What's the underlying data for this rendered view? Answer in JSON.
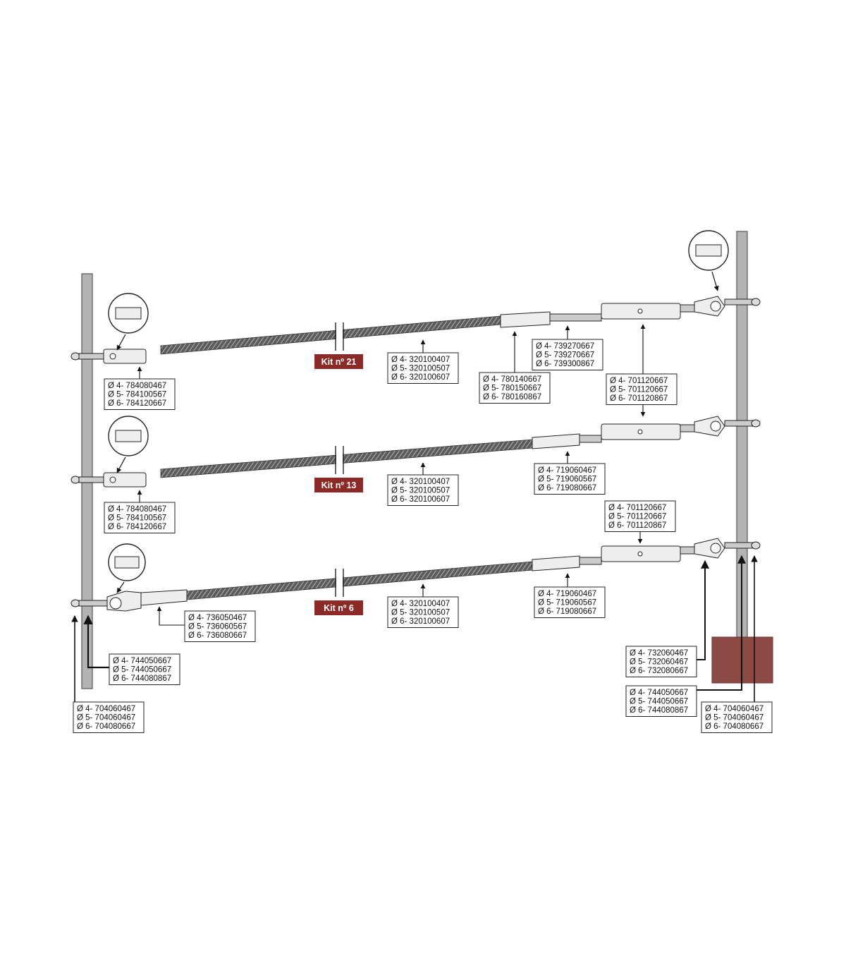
{
  "kits": [
    {
      "id": "kit21",
      "label": "Kit nº 21"
    },
    {
      "id": "kit13",
      "label": "Kit nº 13"
    },
    {
      "id": "kit6",
      "label": "Kit nº 6"
    }
  ],
  "labels": [
    {
      "id": "r1-left-terminal",
      "lines": [
        "Ø 4- 784080467",
        "Ø 5- 784100567",
        "Ø 6- 784120667"
      ]
    },
    {
      "id": "r1-cable",
      "lines": [
        "Ø 4- 320100407",
        "Ø 5- 320100507",
        "Ø 6- 320100607"
      ]
    },
    {
      "id": "r1-swage",
      "lines": [
        "Ø 4- 780140667",
        "Ø 5- 780150667",
        "Ø 6- 780160867"
      ]
    },
    {
      "id": "r1-threaded",
      "lines": [
        "Ø 4- 739270667",
        "Ø 5- 739270667",
        "Ø 6- 739300867"
      ]
    },
    {
      "id": "r1-turnbuckle",
      "lines": [
        "Ø 4- 701120667",
        "Ø 5- 701120667",
        "Ø 6- 701120867"
      ]
    },
    {
      "id": "r2-left-terminal",
      "lines": [
        "Ø 4- 784080467",
        "Ø 5- 784100567",
        "Ø 6- 784120667"
      ]
    },
    {
      "id": "r2-cable",
      "lines": [
        "Ø 4- 320100407",
        "Ø 5- 320100507",
        "Ø 6- 320100607"
      ]
    },
    {
      "id": "r2-stud",
      "lines": [
        "Ø 4- 719060467",
        "Ø 5- 719060567",
        "Ø 6- 719080667"
      ]
    },
    {
      "id": "r3-turnbuckle",
      "lines": [
        "Ø 4- 701120667",
        "Ø 5- 701120667",
        "Ø 6- 701120867"
      ]
    },
    {
      "id": "r3-fork",
      "lines": [
        "Ø 4- 736050467",
        "Ø 5- 736060567",
        "Ø 6- 736080667"
      ]
    },
    {
      "id": "r3-cable",
      "lines": [
        "Ø 4- 320100407",
        "Ø 5- 320100507",
        "Ø 6- 320100607"
      ]
    },
    {
      "id": "r3-stud",
      "lines": [
        "Ø 4- 719060467",
        "Ø 5- 719060567",
        "Ø 6- 719080667"
      ]
    },
    {
      "id": "left-nut",
      "lines": [
        "Ø 4- 744050667",
        "Ø 5- 744050667",
        "Ø 6- 744080867"
      ]
    },
    {
      "id": "left-bolt",
      "lines": [
        "Ø 4- 704060467",
        "Ø 5- 704060467",
        "Ø 6- 704080667"
      ]
    },
    {
      "id": "right-washer",
      "lines": [
        "Ø 4- 732060467",
        "Ø 5- 732060467",
        "Ø 6- 732080667"
      ]
    },
    {
      "id": "right-nut",
      "lines": [
        "Ø 4- 744050667",
        "Ø 5- 744050667",
        "Ø 6- 744080867"
      ]
    },
    {
      "id": "right-bolt",
      "lines": [
        "Ø 4- 704060467",
        "Ø 5- 704060467",
        "Ø 6- 704080667"
      ]
    }
  ],
  "colors": {
    "post": "#b3b3b3",
    "post_edge": "#555555",
    "cable": "#6a6a6a",
    "kit_badge": "#8b2a27",
    "accent_block": "#8c4a44",
    "line": "#111111"
  }
}
